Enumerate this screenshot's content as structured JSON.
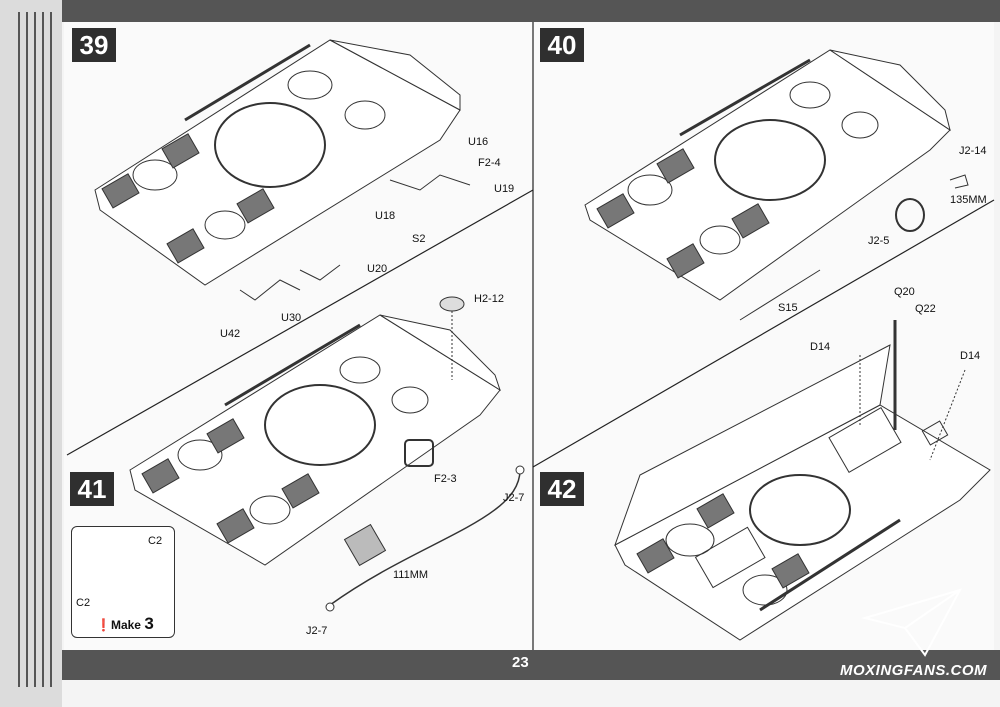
{
  "page_number": "23",
  "watermark": "MOXINGFANS.COM",
  "steps": [
    {
      "number": "39",
      "labels": [
        "U16",
        "F2-4",
        "U19",
        "U18",
        "S2",
        "U20",
        "U42",
        "U30"
      ]
    },
    {
      "number": "40",
      "labels": [
        "J2-14",
        "135MM",
        "J2-5",
        "S15"
      ]
    },
    {
      "number": "41",
      "labels": [
        "H2-12",
        "F2-3",
        "J2-7",
        "111MM",
        "J2-7"
      ]
    },
    {
      "number": "42",
      "labels": [
        "Q20",
        "Q22",
        "D14",
        "D14"
      ]
    }
  ],
  "inset": {
    "labels": [
      "C2",
      "C2"
    ],
    "note_prefix": "Make",
    "note_count": "3"
  }
}
